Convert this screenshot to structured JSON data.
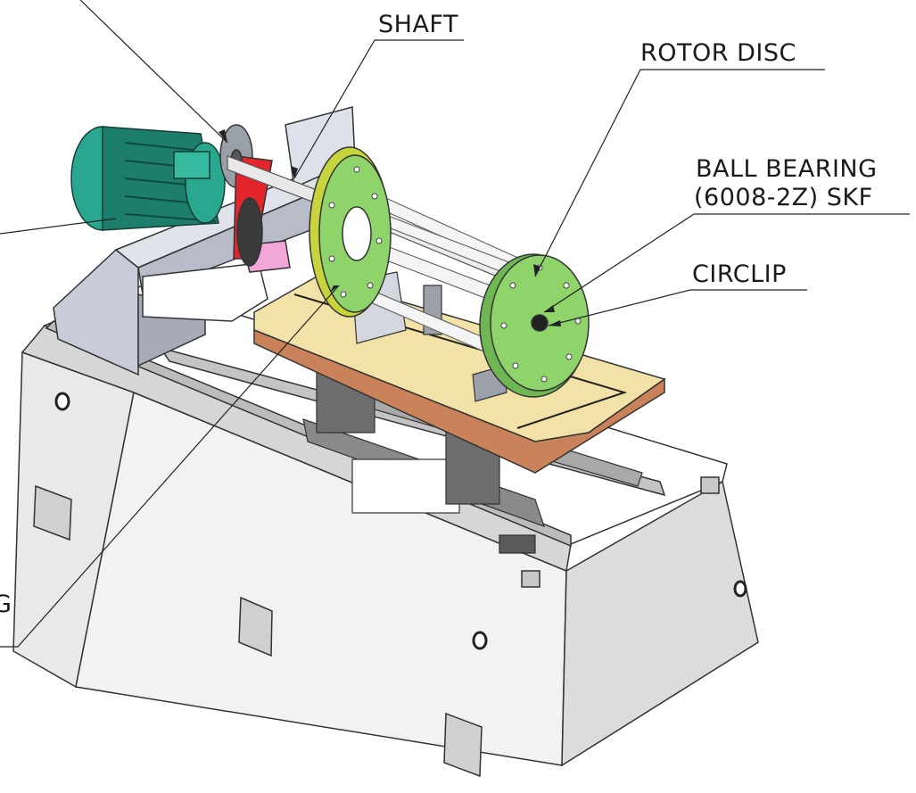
{
  "labels": {
    "shaft": "SHAFT",
    "rotor_disc": "ROTOR DISC",
    "ball_bearing_line1": "BALL BEARING",
    "ball_bearing_line2": "(6008-2Z) SKF",
    "circlip": "CIRCLIP",
    "cut_label_g": "G"
  },
  "colors": {
    "motor": "#2aa78f",
    "motor_dark": "#1c7e6b",
    "belt": "#e3262b",
    "pulley_pink": "#f2a7d8",
    "disc": "#8ed46a",
    "disc_edge": "#c7d43c",
    "table": "#f3e2a8",
    "table_side": "#c9825a",
    "frame": "#ececec",
    "frame_shadow": "#bdbdbd",
    "bracket": "#d7d9e3",
    "shaft": "#e8e8e8"
  }
}
